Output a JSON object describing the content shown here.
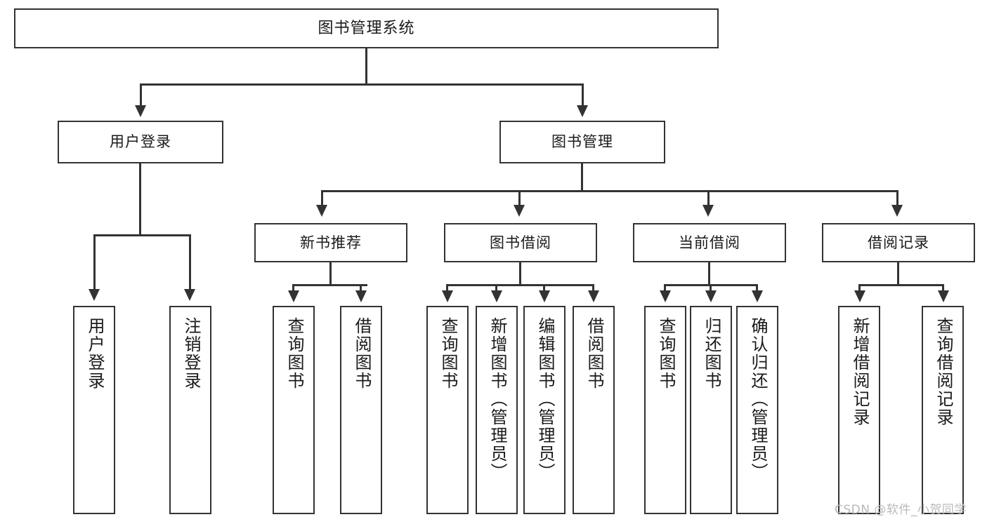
{
  "diagram": {
    "type": "tree-hierarchy-chart",
    "title": "图书管理系统",
    "levels": 4,
    "root": {
      "label": "图书管理系统"
    },
    "level2": [
      {
        "label": "用户登录"
      },
      {
        "label": "图书管理"
      }
    ],
    "level3": [
      {
        "label": "新书推荐"
      },
      {
        "label": "图书借阅"
      },
      {
        "label": "当前借阅"
      },
      {
        "label": "借阅记录"
      }
    ],
    "leaves": {
      "user_login": [
        {
          "label": "用户登录"
        },
        {
          "label": "注销登录"
        }
      ],
      "new_book_recommend": [
        {
          "label": "查询图书"
        },
        {
          "label": "借阅图书"
        }
      ],
      "book_borrow": [
        {
          "label": "查询图书"
        },
        {
          "label": "新增图书（管理员）"
        },
        {
          "label": "编辑图书（管理员）"
        },
        {
          "label": "借阅图书"
        }
      ],
      "current_borrow": [
        {
          "label": "查询图书"
        },
        {
          "label": "归还图书"
        },
        {
          "label": "确认归还（管理员）"
        }
      ],
      "borrow_records": [
        {
          "label": "新增借阅记录"
        },
        {
          "label": "查询借阅记录"
        }
      ]
    }
  },
  "watermark": {
    "text": "CSDN @软件_小贺同学"
  },
  "colors": {
    "border": "#333333",
    "background": "#ffffff",
    "text": "#1a1a1a",
    "watermark": "#b9b9b9"
  }
}
